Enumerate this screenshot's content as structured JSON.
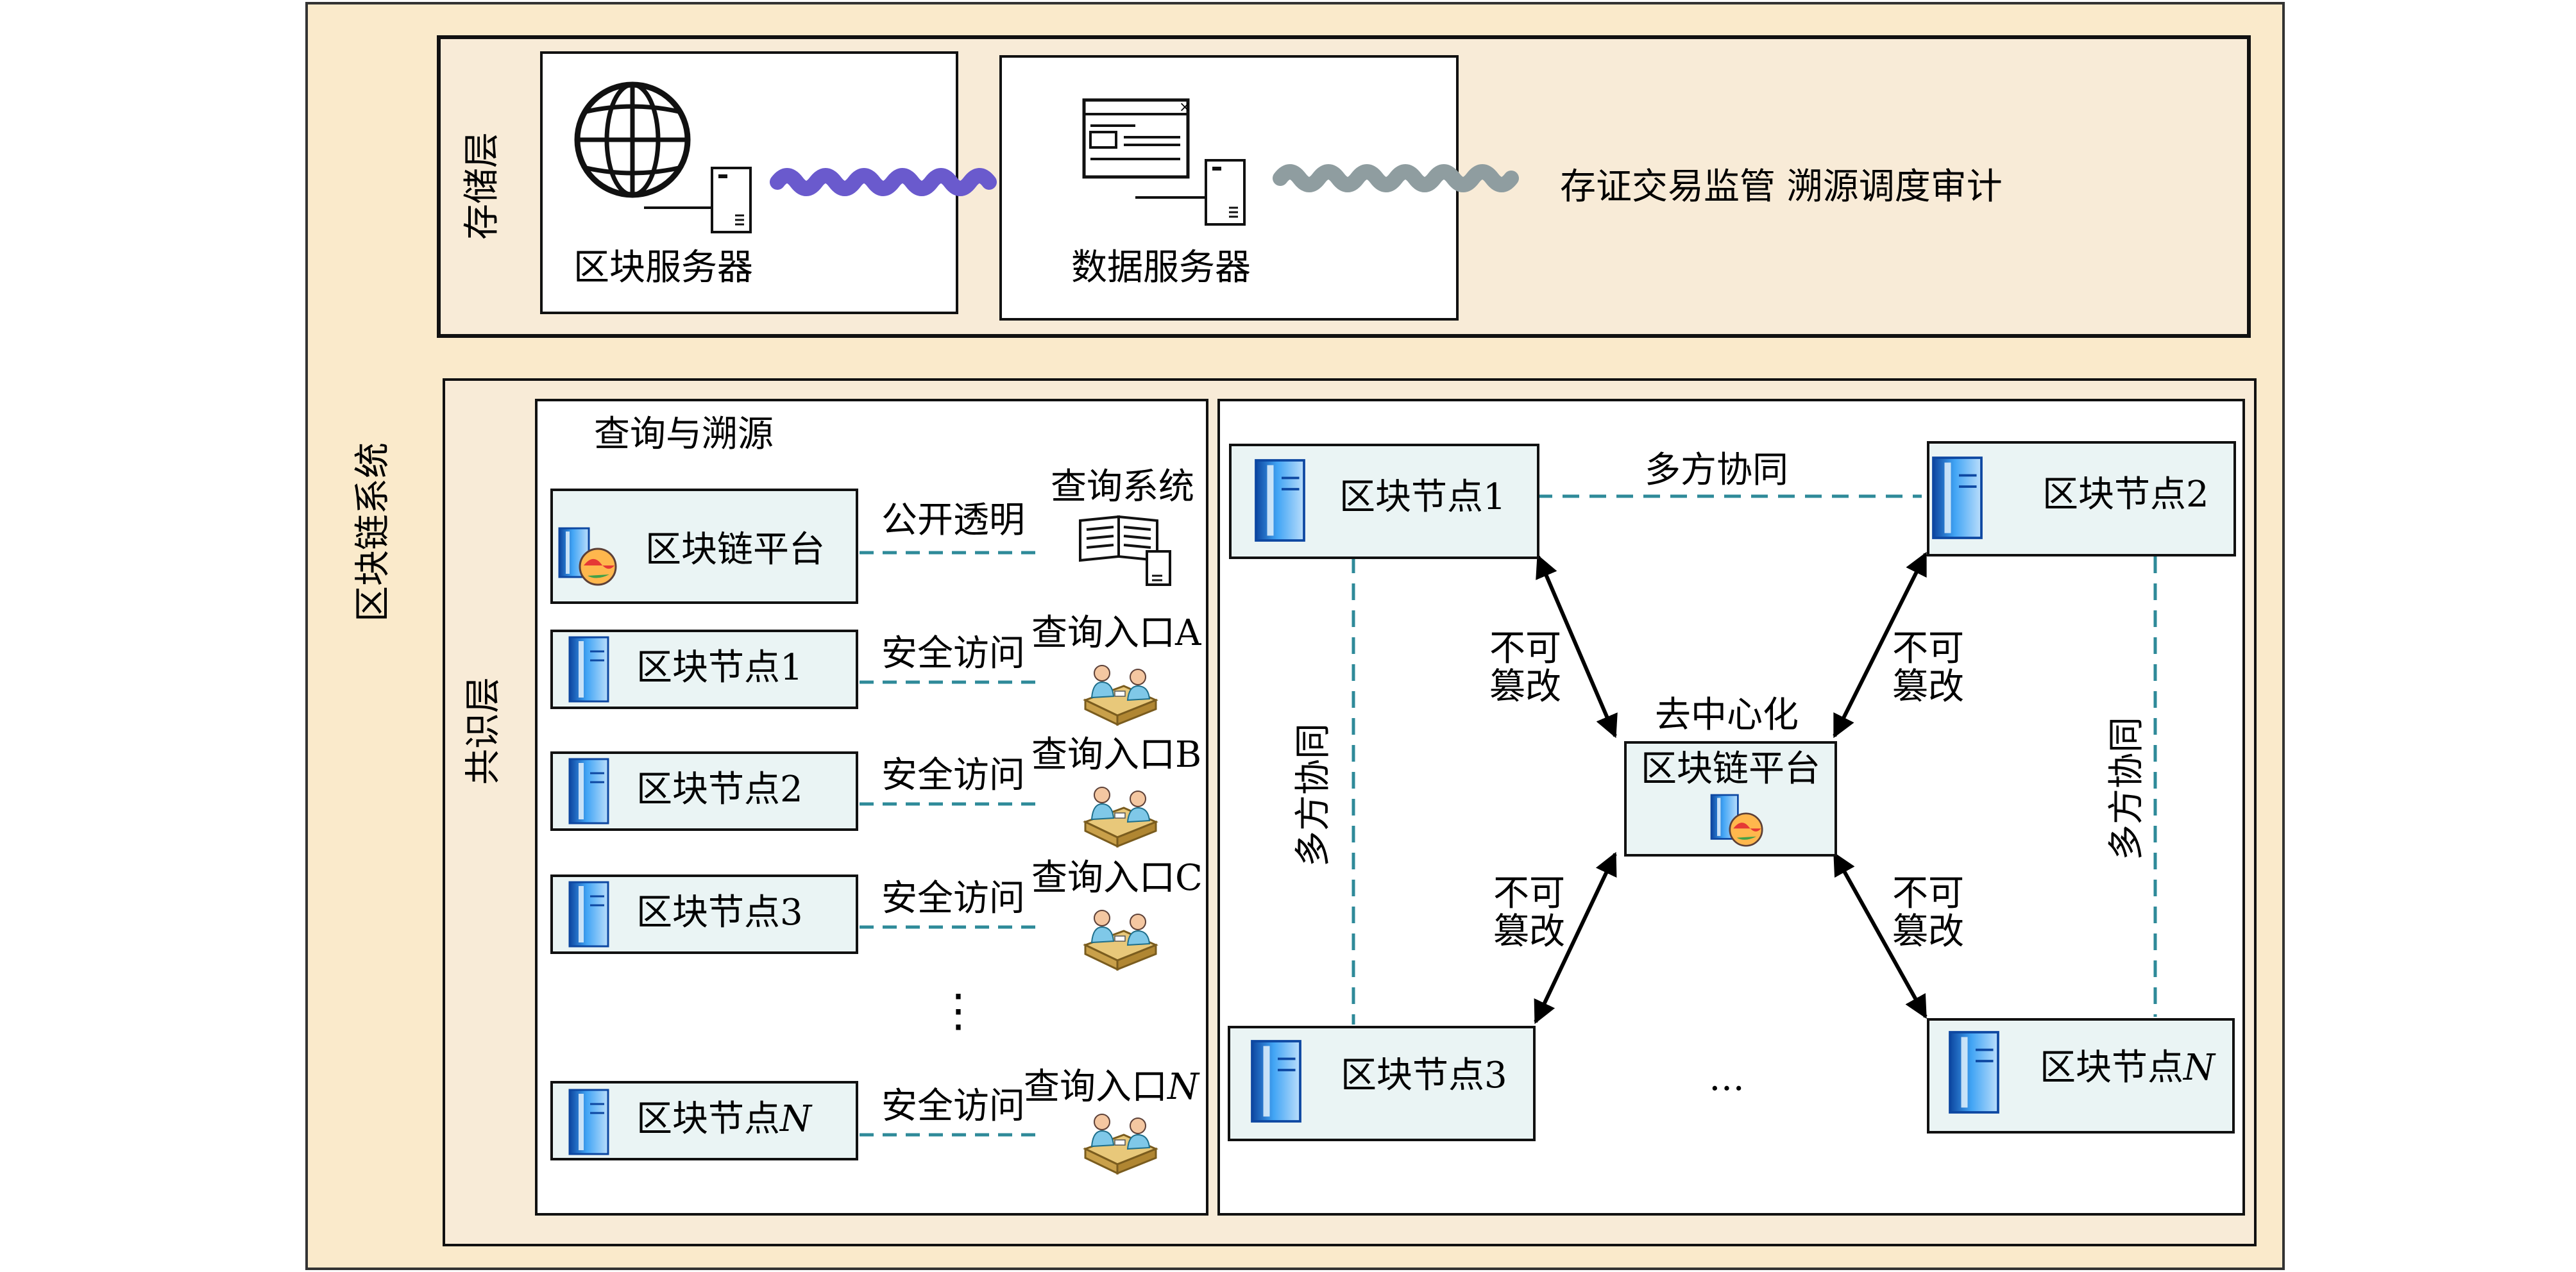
{
  "system_label": "区块链系统",
  "storage_layer": {
    "label": "存储层",
    "block_server": "区块服务器",
    "data_server": "数据服务器",
    "functions": "存证交易监管 溯源调度审计"
  },
  "consensus_layer": {
    "label": "共识层",
    "query_panel": {
      "title": "查询与溯源",
      "platform": "区块链平台",
      "platform_link": "公开透明",
      "query_system": "查询系统",
      "node_rows": [
        {
          "name": "区块节点1",
          "link": "安全访问",
          "entry": "查询入口A"
        },
        {
          "name": "区块节点2",
          "link": "安全访问",
          "entry": "查询入口B"
        },
        {
          "name": "区块节点3",
          "link": "安全访问",
          "entry": "查询入口C"
        }
      ],
      "vdots": "⋮",
      "last_row": {
        "name_prefix": "区块节点",
        "name_var": "N",
        "link": "安全访问",
        "entry_prefix": "查询入口",
        "entry_var": "N"
      }
    },
    "network": {
      "node1": "区块节点1",
      "node2": "区块节点2",
      "node3": "区块节点3",
      "nodeN_prefix": "区块节点",
      "nodeN_var": "N",
      "center_line1": "去中心化",
      "center_line2": "区块链平台",
      "top_link": "多方协同",
      "left_link": "多方协同",
      "right_link": "多方协同",
      "arrow_line1": "不可",
      "arrow_line2": "篡改",
      "ellipsis": "…"
    }
  },
  "colors": {
    "outer_bg": "#faeacb",
    "layer_bg": "#f8ebd7",
    "node_bg": "#eaf4f4",
    "dash_link": "#2e8a99",
    "wave_purple": "#6a5acd",
    "wave_gray": "#8f9da0",
    "server_blue": "#1e88e5"
  }
}
